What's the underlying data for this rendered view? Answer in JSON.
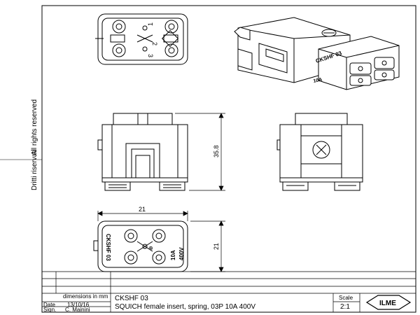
{
  "side_notes": {
    "rights": "All rights reserved",
    "rights_de": "Dritti riservati"
  },
  "dimensions": {
    "height": "35.8",
    "width_top": "21",
    "width_side": "21"
  },
  "contacts": [
    "1",
    "2",
    "3"
  ],
  "markings": {
    "model": "CKSHF 03",
    "rating_a": "10A",
    "rating_v": "400V",
    "ground": "⊕"
  },
  "title_block": {
    "units": "dimensions in mm",
    "date_label": "Date",
    "date_value": "13/10/16",
    "sign_label": "Sign.",
    "sign_value": "C. Mainini",
    "code": "CKSHF 03",
    "description": "SQUICH female insert, spring, 03P 10A 400V",
    "scale_label": "Scale",
    "scale_value": "2:1",
    "logo": "ILME"
  }
}
